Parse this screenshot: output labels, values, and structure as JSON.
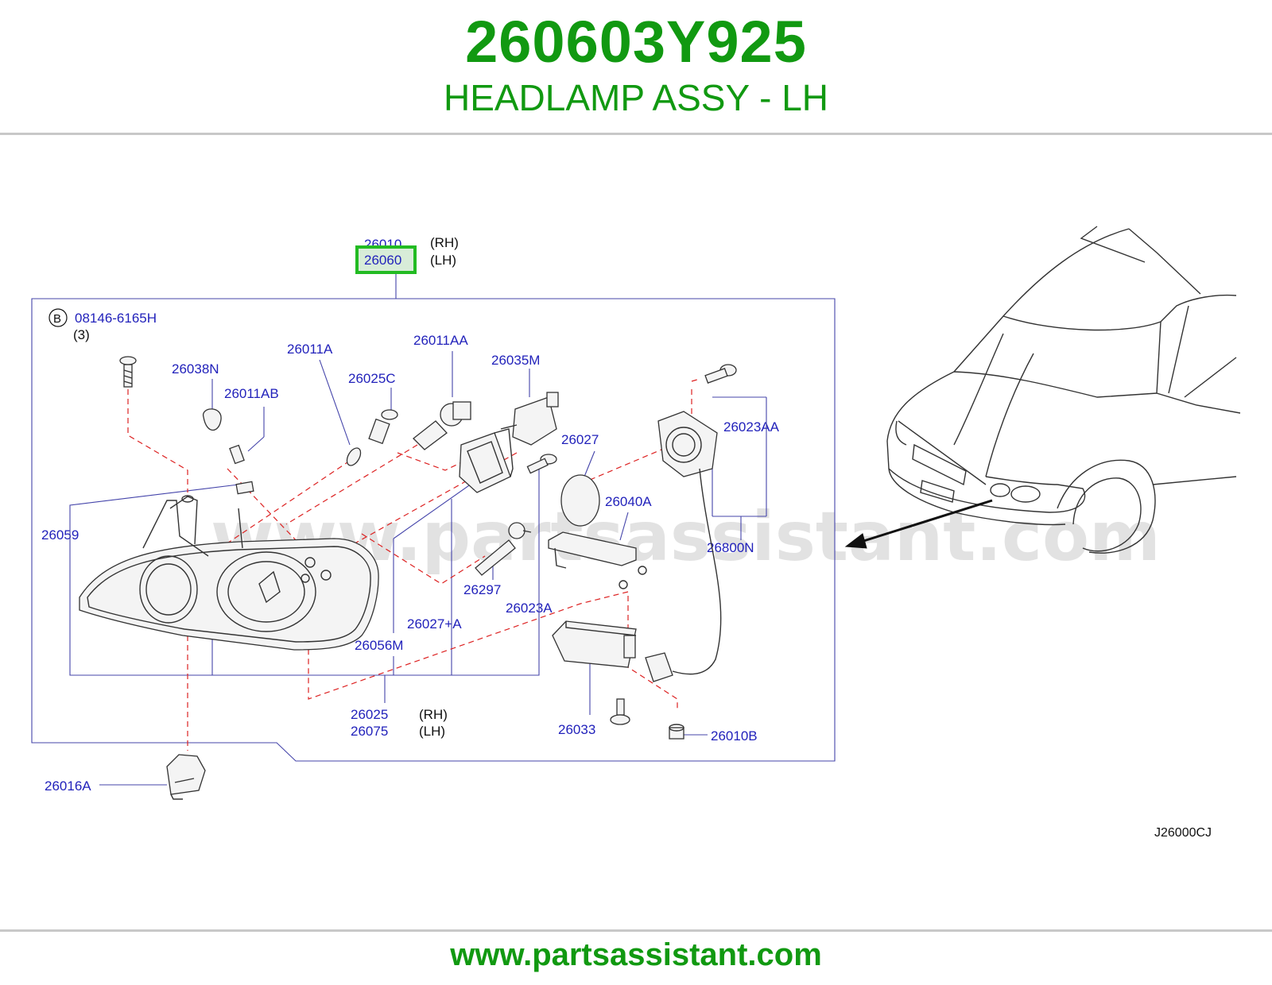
{
  "header": {
    "part_number": "260603Y925",
    "description": "HEADLAMP ASSY - LH"
  },
  "footer": {
    "url": "www.partsassistant.com"
  },
  "watermark": "www.partsassistant.com",
  "diagram_code": "J26000CJ",
  "colors": {
    "brand_green": "#119911",
    "label_blue": "#2222bb",
    "leader_red": "#dd2222",
    "highlight": "#22bb22"
  },
  "callouts": {
    "top_rh_num": "26010",
    "top_rh_side": "(RH)",
    "top_lh_num": "26060",
    "top_lh_side": "(LH)",
    "bolt_b_mark": "B",
    "bolt_b_num": "08146-6165H",
    "bolt_b_qty": "(3)",
    "c26011A": "26011A",
    "c26011AA": "26011AA",
    "c26038N": "26038N",
    "c26025C": "26025C",
    "c26035M": "26035M",
    "c26011AB": "26011AB",
    "c26027": "26027",
    "c26023AA": "26023AA",
    "c26040A": "26040A",
    "c26059": "26059",
    "c26800N": "26800N",
    "c26297": "26297",
    "c26023A": "26023A",
    "c26027A": "26027+A",
    "c26056M": "26056M",
    "bot_rh_num": "26025",
    "bot_rh_side": "(RH)",
    "bot_lh_num": "26075",
    "bot_lh_side": "(LH)",
    "c26033": "26033",
    "c26010B": "26010B",
    "c26016A": "26016A"
  }
}
